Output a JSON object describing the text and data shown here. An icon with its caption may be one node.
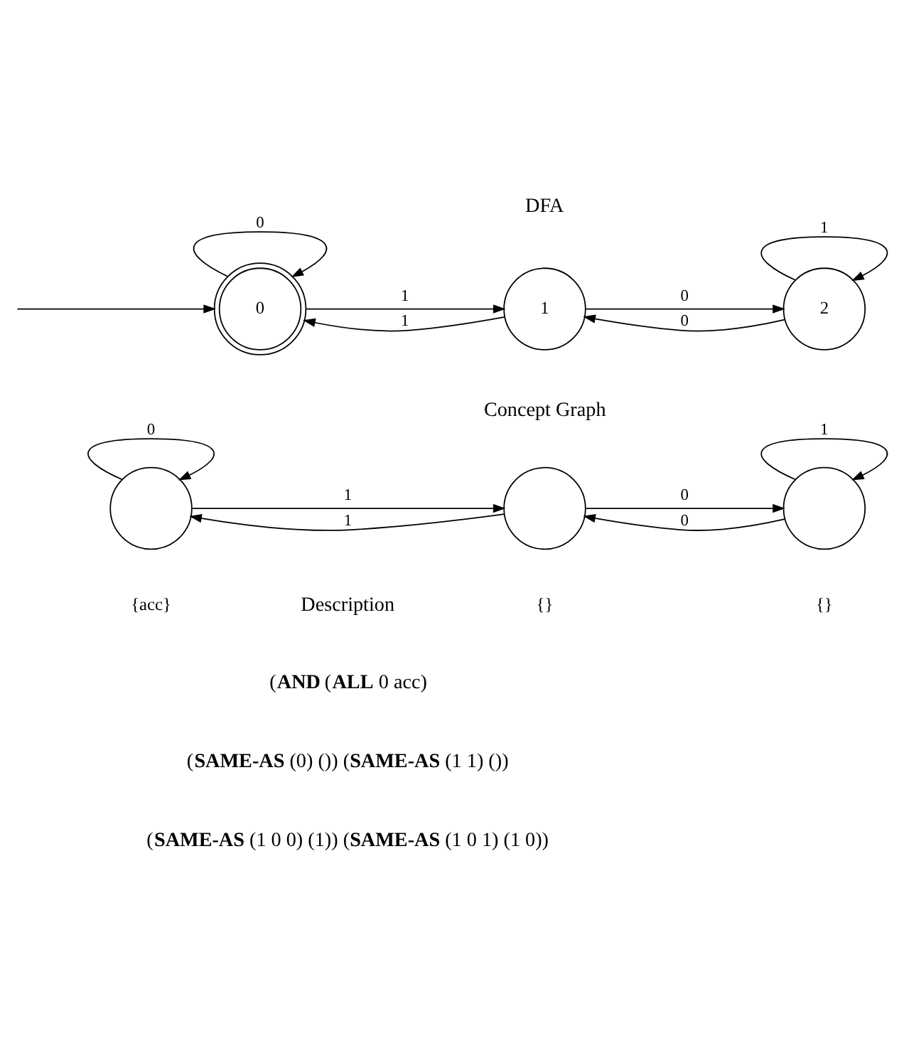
{
  "diagram": {
    "nodes": [
      {
        "text": [
          "0"
        ]
      },
      {
        "text": [
          "1"
        ]
      },
      {
        "text": [
          "2"
        ]
      },
      {
        "text": [],
        "shape": "circle",
        "beside": [
          "{acc}"
        ]
      },
      {
        "text": [],
        "shape": "circle",
        "beside": [
          "{}"
        ]
      },
      {
        "text": [],
        "shape": "circle",
        "beside": [
          "{}"
        ]
      }
    ],
    "edges": [
      {
        "from": null,
        "to": 0,
        "arrow": "to"
      },
      {
        "from": 0,
        "to": 0,
        "arrow": "to",
        "label": "0"
      },
      {
        "from": 0,
        "to": 1,
        "arrow": "to",
        "label": "1"
      },
      {
        "from": 1,
        "to": 0,
        "arrow": "to",
        "label": "1"
      },
      {
        "from": 1,
        "to": 2,
        "arrow": "to",
        "label": "0"
      },
      {
        "from": 2,
        "to": 1,
        "arrow": "to",
        "label": "0"
      },
      {
        "from": 2,
        "to": 2,
        "arrow": "to",
        "label": "1"
      },
      {
        "from": 3,
        "to": 3,
        "arrow": "to",
        "label": "0"
      },
      {
        "from": 3,
        "to": 4,
        "arrow": "to",
        "label": "1"
      },
      {
        "from": 4,
        "to": 3,
        "arrow": "to",
        "label": "1"
      },
      {
        "from": 4,
        "to": 5,
        "arrow": "to",
        "label": "0"
      },
      {
        "from": 5,
        "to": 4,
        "arrow": "to",
        "label": "0"
      },
      {
        "from": 5,
        "to": 5,
        "arrow": "to",
        "label": "1"
      }
    ],
    "labels": [
      "DFA",
      "Concept Graph",
      "Description",
      "(**AND** (**ALL** 0 acc)",
      "(**SAME-AS** (0) ()) (**SAME-AS** (1 1) ())",
      "(**SAME-AS** (1 0 0) (1)) (**SAME-AS** (1 0 1) (1 0))"
    ]
  }
}
